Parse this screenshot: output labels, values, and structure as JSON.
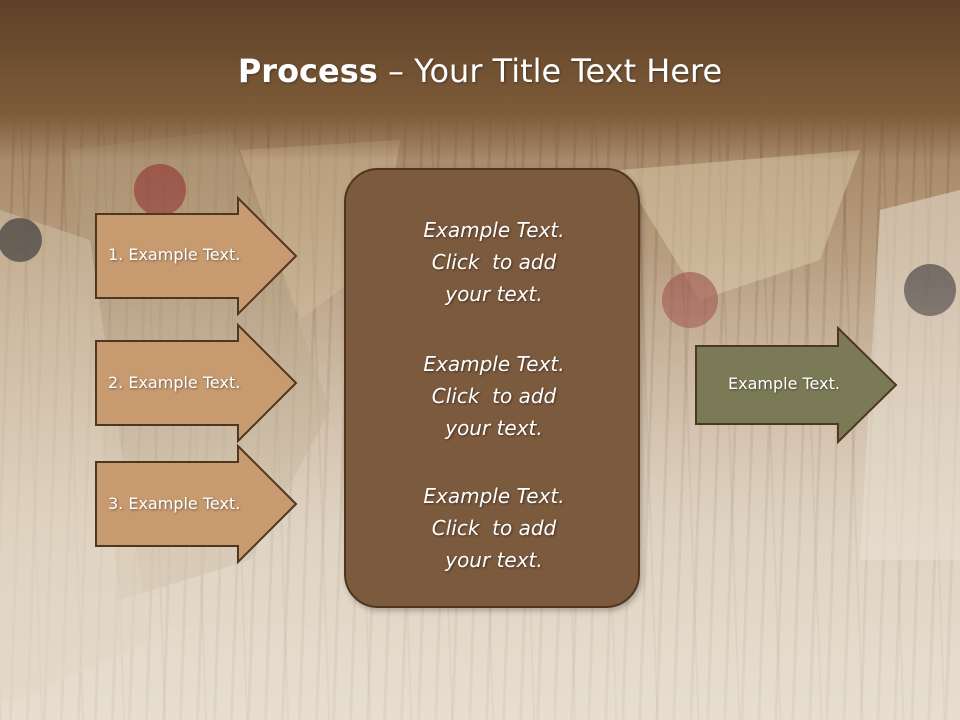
{
  "slide": {
    "title": {
      "bold": "Process",
      "rest": " – Your Title Text Here"
    },
    "steps": [
      {
        "label": "1. Example Text."
      },
      {
        "label": "2. Example Text."
      },
      {
        "label": "3. Example Text."
      }
    ],
    "center_box": {
      "paragraphs": [
        {
          "lines": [
            "Example Text.",
            "Click  to add",
            "your text."
          ]
        },
        {
          "lines": [
            "Example Text.",
            "Click  to add",
            "your text."
          ]
        },
        {
          "lines": [
            "Example Text.",
            "Click  to add",
            "your text."
          ]
        }
      ]
    },
    "result": {
      "label": "Example Text."
    }
  },
  "colors": {
    "title_band": "#6e4e30",
    "step_arrow_fill": "#c79a70",
    "arrow_outline": "#4e3621",
    "center_box_fill": "#7c5a3e",
    "result_arrow_fill": "#7a7a57",
    "text": "#ffffff"
  }
}
